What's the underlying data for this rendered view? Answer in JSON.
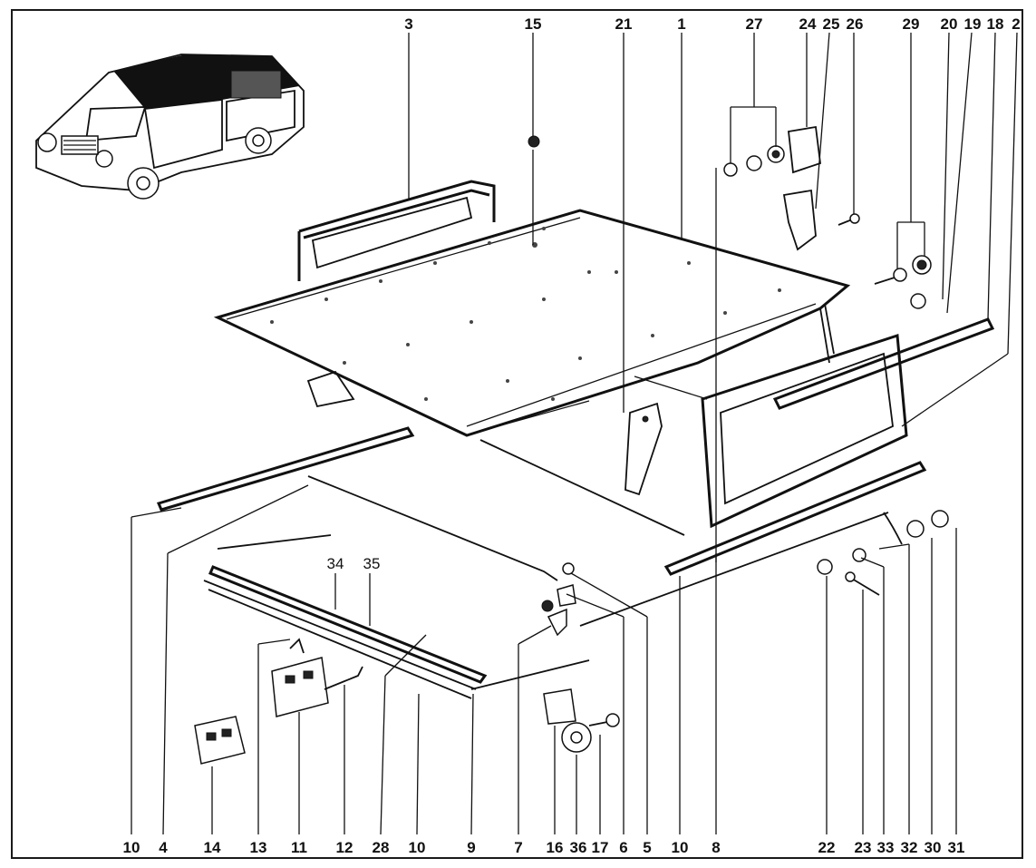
{
  "diagram": {
    "callouts_top": [
      "3",
      "15",
      "21",
      "1",
      "27",
      "24",
      "25",
      "26",
      "29",
      "20",
      "19",
      "18",
      "2"
    ],
    "callouts_bottom": [
      "10",
      "4",
      "14",
      "13",
      "11",
      "12",
      "28",
      "10",
      "9",
      "7",
      "16",
      "36",
      "17",
      "6",
      "5",
      "10",
      "8",
      "22",
      "23",
      "33",
      "32",
      "30",
      "31"
    ],
    "callouts_inline": [
      "34",
      "35"
    ]
  },
  "colors": {
    "ink": "#111111",
    "paper": "#ffffff",
    "frame": "#1a1a1a"
  },
  "icons": [
    "vehicle-thumbnail-icon",
    "roof-panel-icon",
    "rear-frame-icon",
    "side-window-icon",
    "bracket-icon",
    "bolt-icon",
    "washer-icon",
    "lock-icon"
  ]
}
